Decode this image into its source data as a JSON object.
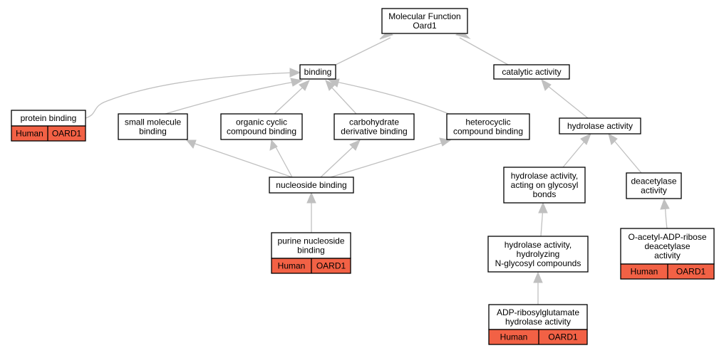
{
  "graph": {
    "nodes": {
      "molecular_function": {
        "lines": [
          "Molecular Function",
          "Oard1"
        ]
      },
      "binding": {
        "lines": [
          "binding"
        ]
      },
      "catalytic_activity": {
        "lines": [
          "catalytic activity"
        ]
      },
      "protein_binding": {
        "lines": [
          "protein binding"
        ],
        "annotation": [
          "Human",
          "OARD1"
        ]
      },
      "small_molecule_binding": {
        "lines": [
          "small molecule",
          "binding"
        ]
      },
      "organic_cyclic_compound_binding": {
        "lines": [
          "organic cyclic",
          "compound binding"
        ]
      },
      "carbohydrate_derivative_binding": {
        "lines": [
          "carbohydrate",
          "derivative binding"
        ]
      },
      "heterocyclic_compound_binding": {
        "lines": [
          "heterocyclic",
          "compound binding"
        ]
      },
      "hydrolase_activity": {
        "lines": [
          "hydrolase activity"
        ]
      },
      "nucleoside_binding": {
        "lines": [
          "nucleoside binding"
        ]
      },
      "hydrolase_glycosyl_bonds": {
        "lines": [
          "hydrolase activity,",
          "acting on glycosyl",
          "bonds"
        ]
      },
      "deacetylase_activity": {
        "lines": [
          "deacetylase",
          "activity"
        ]
      },
      "purine_nucleoside_binding": {
        "lines": [
          "purine nucleoside",
          "binding"
        ],
        "annotation": [
          "Human",
          "OARD1"
        ]
      },
      "hydrolase_n_glycosyl": {
        "lines": [
          "hydrolase activity,",
          "hydrolyzing",
          "N-glycosyl compounds"
        ]
      },
      "o_acetyl_adp_ribose_deacetylase": {
        "lines": [
          "O-acetyl-ADP-ribose",
          "deacetylase",
          "activity"
        ],
        "annotation": [
          "Human",
          "OARD1"
        ]
      },
      "adp_ribosylglutamate_hydrolase": {
        "lines": [
          "ADP-ribosylglutamate",
          "hydrolase activity"
        ],
        "annotation": [
          "Human",
          "OARD1"
        ]
      }
    }
  },
  "colors": {
    "annotation_fill": "#f26145",
    "edge": "#c0c0c0",
    "node_border": "#000000"
  }
}
